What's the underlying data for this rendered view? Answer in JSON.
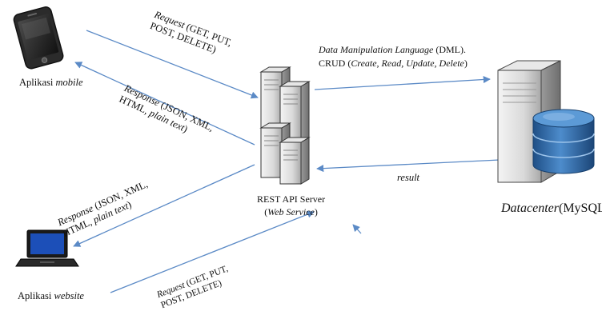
{
  "mobile_app": {
    "label_prefix": "Aplikasi ",
    "label_italic": "mobile"
  },
  "website_app": {
    "label_prefix": "Aplikasi ",
    "label_italic": "website"
  },
  "server": {
    "label_line1": "REST API Server",
    "label_line2_open": "(",
    "label_line2_italic": "Web Service",
    "label_line2_close": ")"
  },
  "datacenter": {
    "label_italic": "Datacenter",
    "label_rest": "(MySQL)"
  },
  "request_top": {
    "line1_italic": "Request",
    "line1_rest": "  (GET, PUT,",
    "line2": "POST, DELETE)"
  },
  "response_top": {
    "line1_italic": "Response",
    "line1_rest": " (JSON, XML,",
    "line2_pre": "HTML, ",
    "line2_italic": "plain text",
    "line2_post": ")"
  },
  "response_bottom": {
    "line1_italic": "Response",
    "line1_rest": " (JSON, XML,",
    "line2_pre": "HTML, ",
    "line2_italic": "plain text",
    "line2_post": ")"
  },
  "request_bottom": {
    "line1_italic": "Request",
    "line1_rest": " (GET, PUT,",
    "line2": "POST, DELETE)"
  },
  "dml": {
    "line1_italic": "Data Manipulation Language",
    "line1_rest": " (DML).",
    "line2_pre": "CRUD (",
    "line2_italic": "Create, Read, Update, Delete",
    "line2_post": ")"
  },
  "result": {
    "label": "result"
  },
  "colors": {
    "arrow": "#5b8ac6",
    "db_blue": "#2e6aa6"
  }
}
